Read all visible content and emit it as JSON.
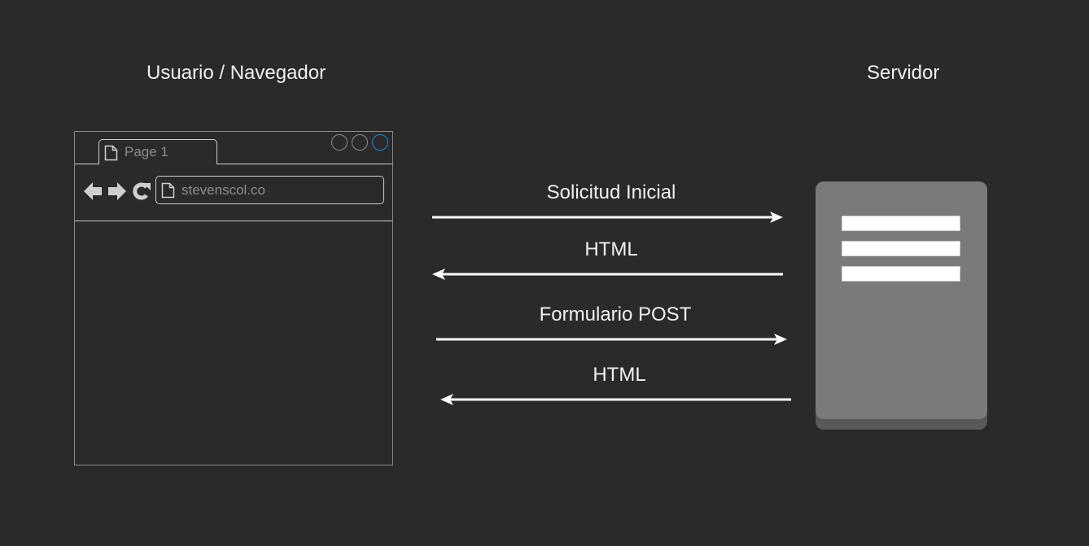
{
  "headings": {
    "client": "Usuario / Navegador",
    "server": "Servidor"
  },
  "browser": {
    "tab_label": "Page 1",
    "url": "stevenscol.co",
    "icons": [
      "document-icon",
      "back-arrow-icon",
      "forward-arrow-icon",
      "reload-icon"
    ]
  },
  "messages": [
    {
      "label": "Solicitud Inicial",
      "direction": "to-server"
    },
    {
      "label": "HTML",
      "direction": "to-client"
    },
    {
      "label": "Formulario POST",
      "direction": "to-server"
    },
    {
      "label": "HTML",
      "direction": "to-client"
    }
  ],
  "colors": {
    "background": "#2a2a2a",
    "text": "#f0f0f0",
    "server_body": "#7a7a7a",
    "server_base": "#595959",
    "window_button_active": "#1b87d6"
  }
}
